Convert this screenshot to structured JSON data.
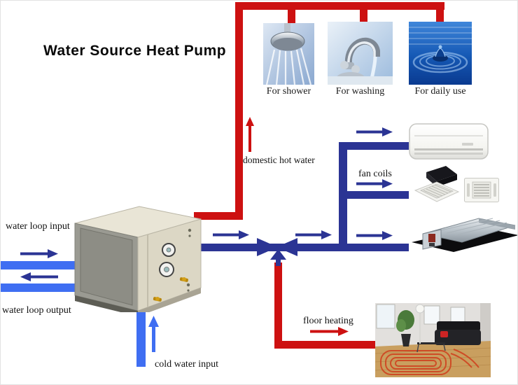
{
  "title": "Water Source Heat Pump",
  "colors": {
    "hot": "#cd1111",
    "chilled": "#2b3494",
    "loop": "#3f6ef2",
    "label": "#111111"
  },
  "outlets": {
    "shower": {
      "label": "For shower"
    },
    "washing": {
      "label": "For washing"
    },
    "daily": {
      "label": "For daily use"
    }
  },
  "flows": {
    "domestic_hot_water": "domestic hot water",
    "fan_coils": "fan coils",
    "floor_heating": "floor heating",
    "water_loop_input": "water loop input",
    "water_loop_output": "water loop output",
    "cold_water_input": "cold water input"
  }
}
